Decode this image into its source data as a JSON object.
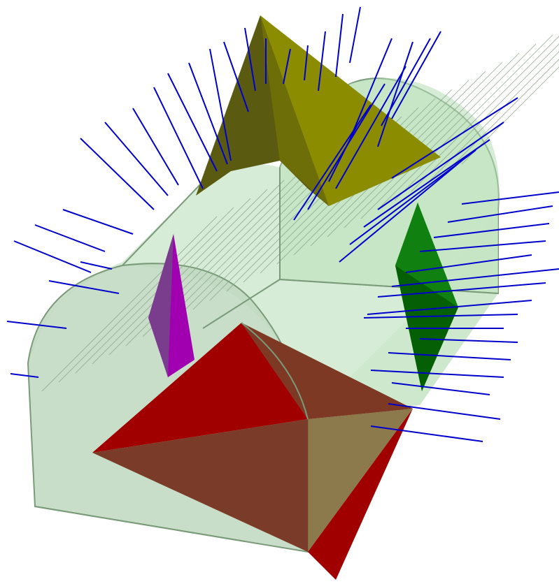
{
  "scene": {
    "description_visible_text": "",
    "colors": {
      "background": "#ffffff",
      "tunnel_fill": "#a8d8a8",
      "tunnel_edge": "#7a9a7a",
      "hatch": "#8aa08a",
      "bolt": "#0000cc",
      "wedge_red": "#a00000",
      "wedge_red_shade": "#7a3c28",
      "wedge_olive": "#8c8c00",
      "wedge_olive_dark": "#4a4a10",
      "wedge_green": "#0a9a0a",
      "wedge_green_dark": "#056005",
      "wedge_purple": "#a000b0",
      "wedge_purple_dark": "#7a3c8c"
    },
    "objects": [
      "tunnel-block",
      "roof-wedge",
      "floor-wedge",
      "right-wall-wedge",
      "left-wall-wedge",
      "rock-bolts"
    ]
  }
}
